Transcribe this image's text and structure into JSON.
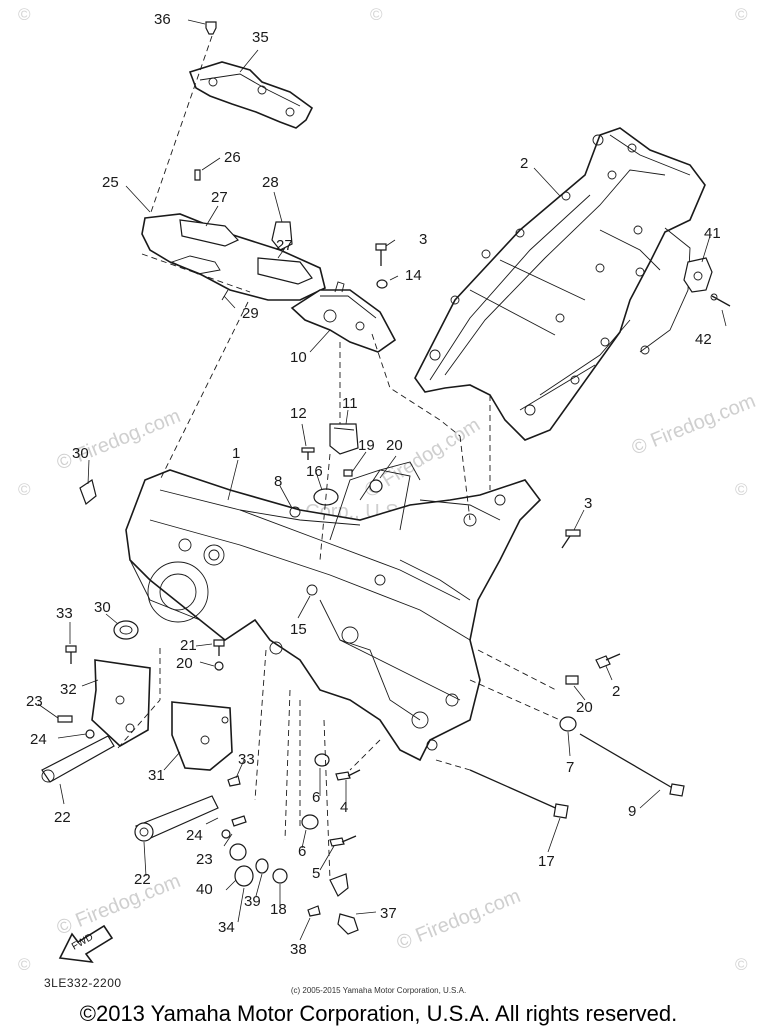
{
  "diagram": {
    "figure_code": "3LE332-2200",
    "copyright_small": "(c) 2005-2015 Yamaha Motor Corporation, U.S.A.",
    "copyright_main": "©2013 Yamaha Motor Corporation, U.S.A. All rights reserved.",
    "fwd_label": "FWD",
    "watermark_text": "© Firedog.com",
    "watermark_center": "Yamaha Motor Corp., U.S.A.",
    "callouts": [
      "36",
      "35",
      "26",
      "25",
      "27",
      "28",
      "27",
      "3",
      "14",
      "29",
      "10",
      "2",
      "41",
      "42",
      "30",
      "1",
      "12",
      "11",
      "19",
      "20",
      "16",
      "8",
      "3",
      "30",
      "15",
      "33",
      "21",
      "20",
      "32",
      "2",
      "20",
      "23",
      "24",
      "31",
      "33",
      "7",
      "9",
      "22",
      "24",
      "6",
      "4",
      "23",
      "6",
      "5",
      "40",
      "39",
      "18",
      "22",
      "34",
      "37",
      "38",
      "17"
    ]
  }
}
